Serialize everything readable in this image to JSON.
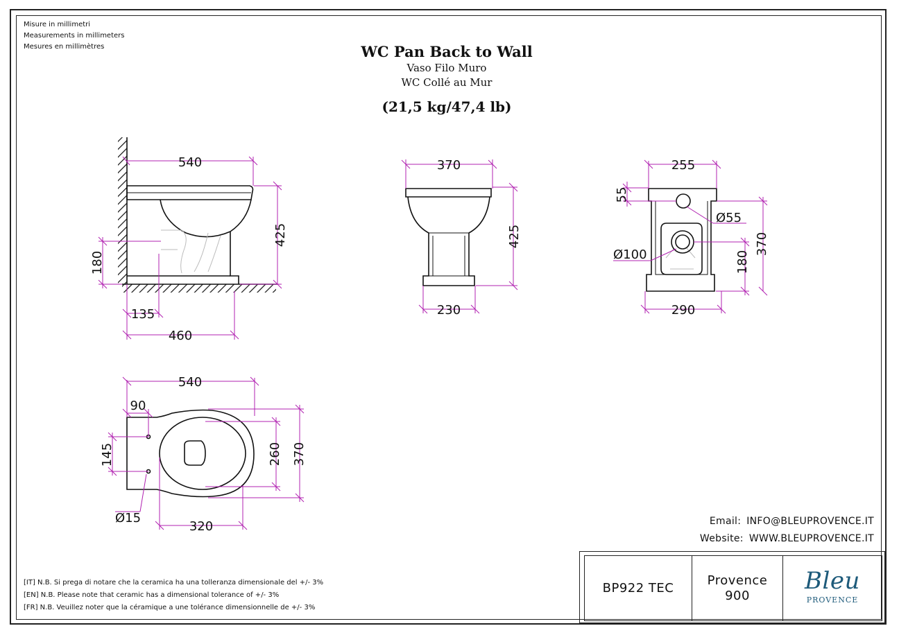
{
  "units": [
    "Misure in millimetri",
    "Measurements in millimeters",
    "Mesures en millimètres"
  ],
  "title": {
    "main": "WC Pan Back to Wall",
    "it": "Vaso Filo Muro",
    "fr": "WC Collé au Mur",
    "weight": "(21,5 kg/47,4 lb)"
  },
  "dims": {
    "side_width": "540",
    "side_height": "425",
    "side_outlet": "180",
    "side_outlet_off": "135",
    "side_base": "460",
    "front_width": "370",
    "front_height": "425",
    "front_base": "230",
    "back_width": "255",
    "back_top": "55",
    "back_hole_small": "Ø55",
    "back_hole_large": "Ø100",
    "back_outlet": "180",
    "back_height": "370",
    "back_base": "290",
    "plan_length": "540",
    "plan_fix_off": "90",
    "plan_fix_span": "145",
    "plan_bowl": "260",
    "plan_width": "370",
    "plan_fix_dia": "Ø15",
    "plan_bowl_len": "320"
  },
  "notes": [
    "[IT] N.B. Si prega di notare che la ceramica ha una tolleranza dimensionale del +/- 3%",
    "[EN] N.B. Please note that ceramic has a dimensional tolerance of +/- 3%",
    "[FR] N.B. Veuillez noter que la céramique a une tolérance dimensionnelle de +/- 3%"
  ],
  "contact": {
    "email_label": "Email:",
    "email": "INFO@BLEUPROVENCE.IT",
    "website_label": "Website:",
    "website": "WWW.BLEUPROVENCE.IT"
  },
  "titleblock": {
    "code": "BP922 TEC",
    "series_1": "Provence",
    "series_2": "900",
    "logo_main": "Bleu",
    "logo_sub": "PROVENCE"
  },
  "colors": {
    "dimension": "#b020b0",
    "logo": "#1d5a7a"
  }
}
